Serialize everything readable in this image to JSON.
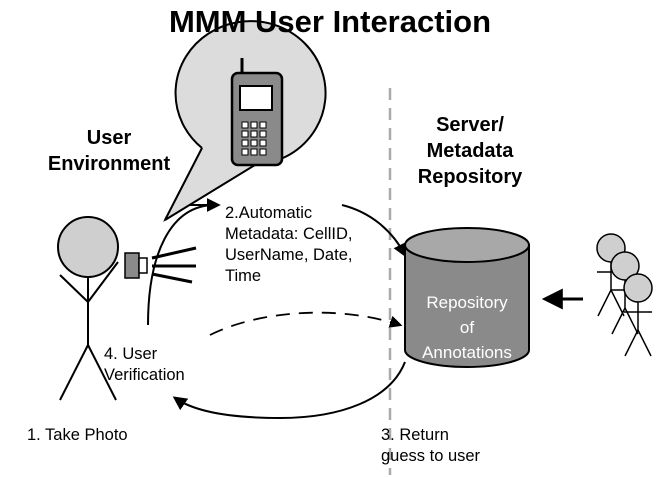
{
  "title": "MMM User Interaction",
  "user_environment": {
    "line1": "User",
    "line2": "Environment"
  },
  "server": {
    "line1": "Server/",
    "line2": "Metadata",
    "line3": "Repository"
  },
  "steps": {
    "take_photo": "1. Take Photo",
    "automatic_metadata": [
      "2.Automatic",
      "Metadata: CellID,",
      "UserName, Date,",
      "Time"
    ],
    "return_guess": [
      "3. Return",
      "guess to user"
    ],
    "user_verification": [
      "4. User",
      "Verification"
    ]
  },
  "repository": [
    "Repository",
    "of",
    "Annotations"
  ],
  "colors": {
    "figure_fill": "#cfcfcf",
    "cylinder_fill": "#8a8a8a",
    "cylinder_top": "#a8a8a8",
    "divider": "#aaaaaa"
  },
  "icons": [
    "stick-figure-icon",
    "camera-phone-icon",
    "phone-icon",
    "database-cylinder-icon",
    "stick-figure-group-icon"
  ]
}
